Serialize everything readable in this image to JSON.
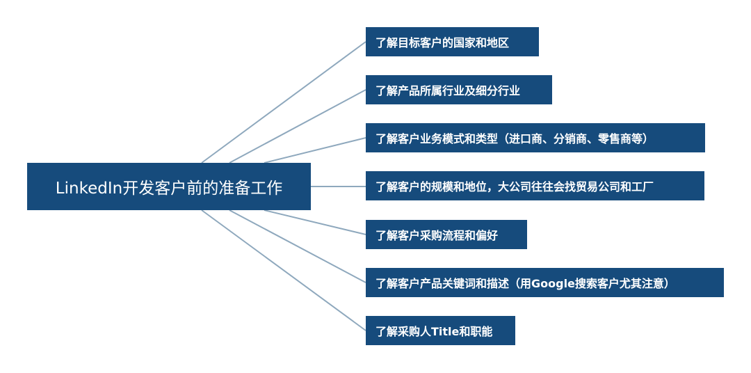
{
  "root": {
    "label": "LinkedIn开发客户前的准备工作"
  },
  "branches": [
    {
      "label": "了解目标客户的国家和地区"
    },
    {
      "label": "了解产品所属行业及细分行业"
    },
    {
      "label": "了解客户业务模式和类型（进口商、分销商、零售商等）"
    },
    {
      "label": "了解客户的规模和地位，大公司往往会找贸易公司和工厂"
    },
    {
      "label": "了解客户采购流程和偏好"
    },
    {
      "label": "了解客户产品关键词和描述（用Google搜索客户尤其注意）"
    },
    {
      "label": "了解采购人Title和职能"
    }
  ],
  "colors": {
    "node_fill": "#164b7c",
    "node_text": "#ffffff",
    "connector": "#8ea8bd",
    "background": "#ffffff"
  }
}
